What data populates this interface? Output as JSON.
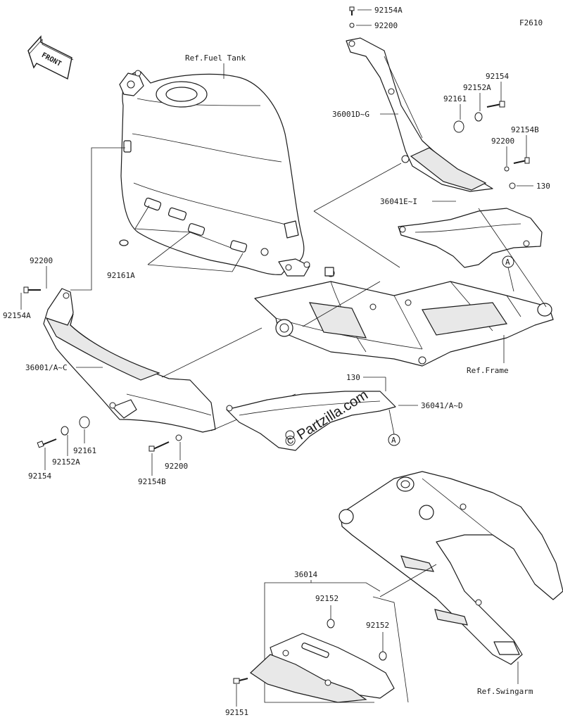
{
  "figure_code": "F2610",
  "front_label": "FRONT",
  "watermark": "© Partzilla.com",
  "references": {
    "fuel_tank": "Ref.Fuel Tank",
    "frame": "Ref.Frame",
    "swingarm": "Ref.Swingarm"
  },
  "callouts": {
    "circle_a": "A",
    "p92154A_top": "92154A",
    "p92200_top": "92200",
    "p92154_right": "92154",
    "p92152A_right": "92152A",
    "p92161_right": "92161",
    "p36001D_G": "36001D~G",
    "p92154B_right": "92154B",
    "p92200_right": "92200",
    "p130_right": "130",
    "p36041E_I": "36041E~I",
    "p92161A": "92161A",
    "p92200_left": "92200",
    "p92154A_left": "92154A",
    "p36001A_C": "36001/A~C",
    "p130_mid": "130",
    "p36041A_D": "36041/A~D",
    "p92161_left": "92161",
    "p92152A_left": "92152A",
    "p92154_left": "92154",
    "p92200_bottom": "92200",
    "p92154B_bottom": "92154B",
    "p36014": "36014",
    "p92152_a": "92152",
    "p92152_b": "92152",
    "p92151": "92151"
  }
}
